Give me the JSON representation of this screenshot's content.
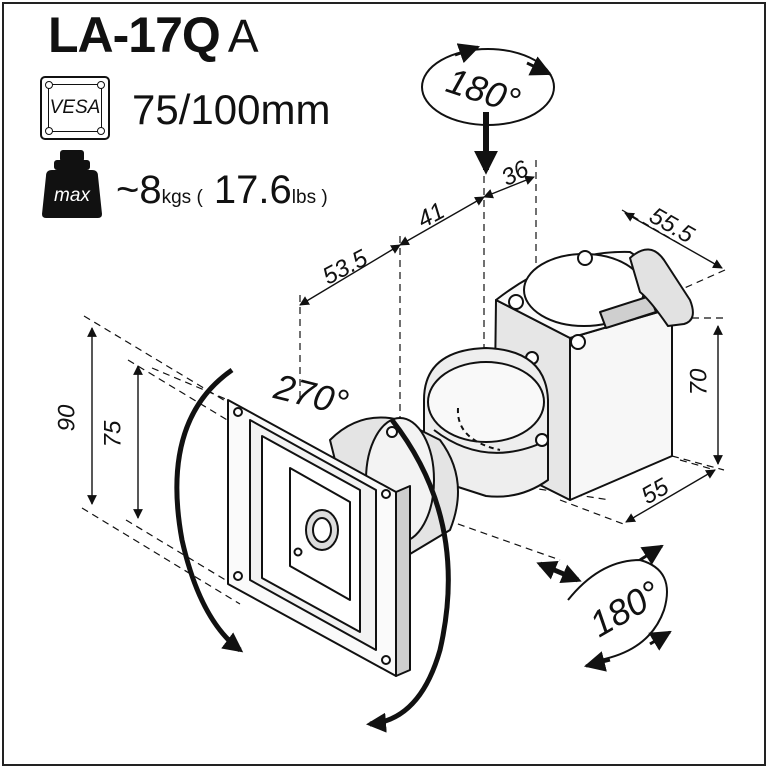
{
  "header": {
    "model": "LA-17Q",
    "model_suffix": "A"
  },
  "specs": {
    "vesa_icon_label": "VESA",
    "vesa_size": "75/100mm",
    "weight_icon_label": "max",
    "weight_prefix": "~8",
    "weight_unit_kgs": "kgs (",
    "weight_lbs_value": "17.6",
    "weight_unit_lbs": "lbs )"
  },
  "dimensions": {
    "d53_5": "53.5",
    "d41": "41",
    "d36": "36",
    "d55_5": "55.5",
    "d70": "70",
    "d55": "55",
    "d90": "90",
    "d75": "75"
  },
  "rotations": {
    "top": "180°",
    "side": "270°",
    "bottom": "180°"
  },
  "colors": {
    "line": "#111111",
    "metal_light": "#f4f4f4",
    "metal_mid": "#d8d8d8",
    "metal_dark": "#9a9a9a"
  }
}
